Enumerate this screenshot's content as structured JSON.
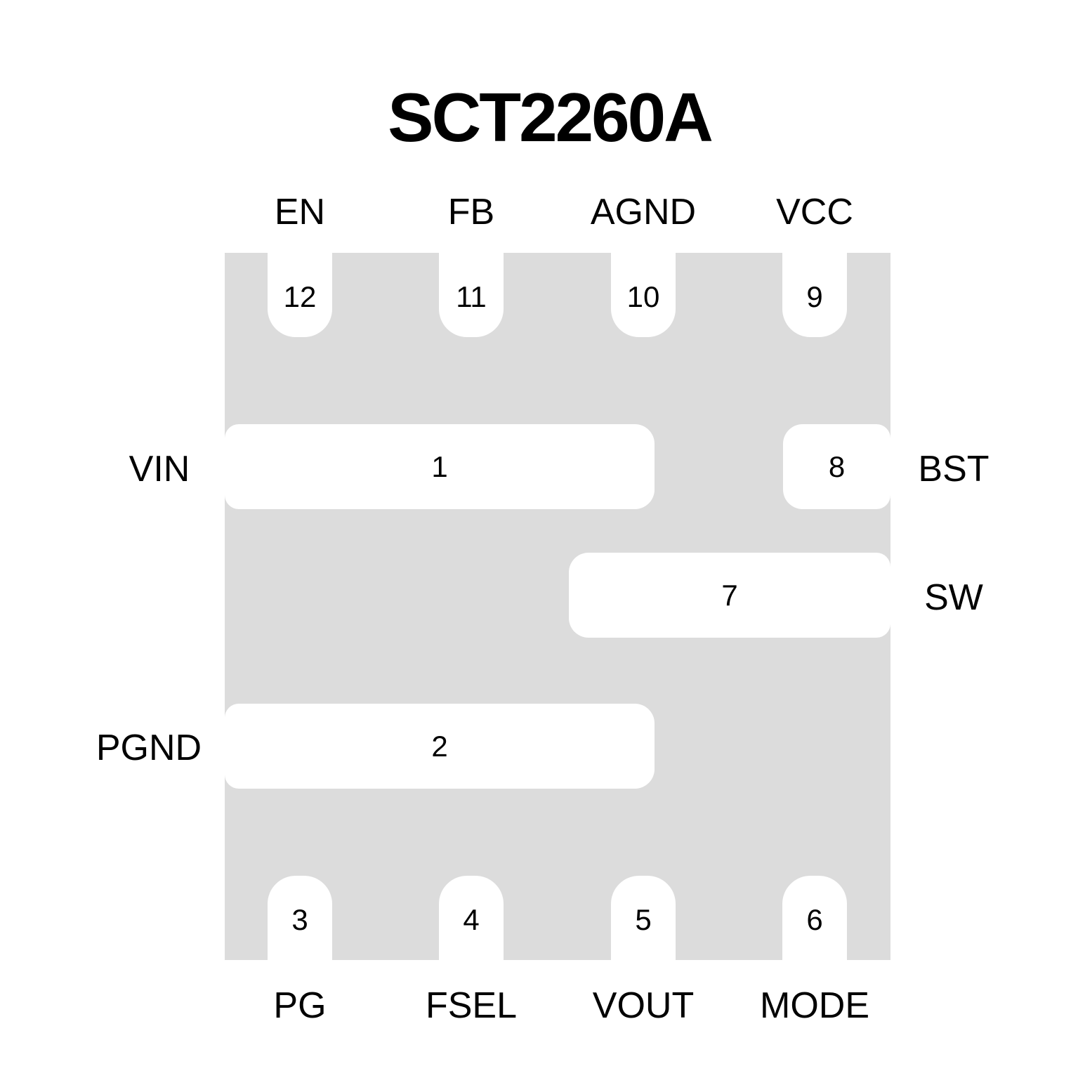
{
  "title": "SCT2260A",
  "pins": {
    "p1": {
      "num": "1",
      "name": "VIN"
    },
    "p2": {
      "num": "2",
      "name": "PGND"
    },
    "p3": {
      "num": "3",
      "name": "PG"
    },
    "p4": {
      "num": "4",
      "name": "FSEL"
    },
    "p5": {
      "num": "5",
      "name": "VOUT"
    },
    "p6": {
      "num": "6",
      "name": "MODE"
    },
    "p7": {
      "num": "7",
      "name": "SW"
    },
    "p8": {
      "num": "8",
      "name": "BST"
    },
    "p9": {
      "num": "9",
      "name": "VCC"
    },
    "p10": {
      "num": "10",
      "name": "AGND"
    },
    "p11": {
      "num": "11",
      "name": "FB"
    },
    "p12": {
      "num": "12",
      "name": "EN"
    }
  },
  "colors": {
    "package": "#dcdcdc",
    "pad": "#ffffff"
  }
}
